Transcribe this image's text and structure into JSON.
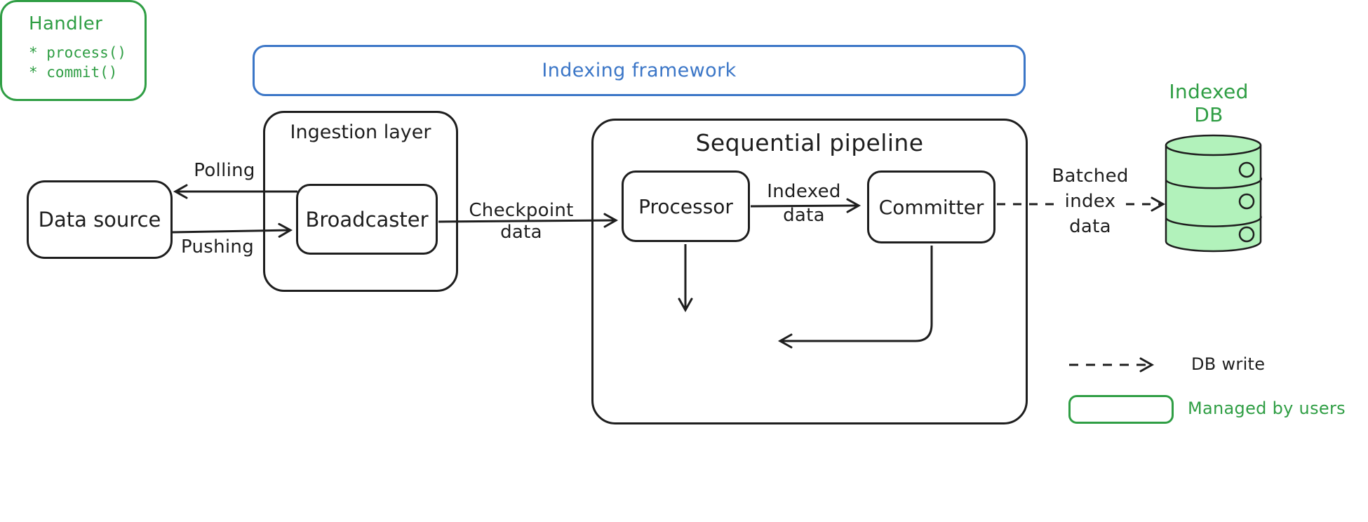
{
  "diagram": {
    "frame": {
      "title": "Indexing framework"
    },
    "nodes": {
      "data_source": {
        "label": "Data source"
      },
      "ingestion_layer": {
        "label": "Ingestion layer"
      },
      "broadcaster": {
        "label": "Broadcaster"
      },
      "sequential_pipeline": {
        "label": "Sequential pipeline"
      },
      "processor": {
        "label": "Processor"
      },
      "committer": {
        "label": "Committer"
      },
      "handler": {
        "title": "Handler",
        "methods": [
          "* process()",
          "* commit()"
        ]
      },
      "indexed_db": {
        "line1": "Indexed",
        "line2": "DB"
      }
    },
    "edges": {
      "polling": {
        "label": "Polling"
      },
      "pushing": {
        "label": "Pushing"
      },
      "checkpoint": {
        "line1": "Checkpoint",
        "line2": "data"
      },
      "indexed": {
        "line1": "Indexed",
        "line2": "data"
      },
      "batched": {
        "line1": "Batched",
        "line2": "index",
        "line3": "data"
      }
    },
    "legend": {
      "db_write": "DB write",
      "managed": "Managed by users"
    },
    "colors": {
      "ink": "#1e1e1e",
      "blue": "#3b76c7",
      "green": "#2f9e44",
      "green_fill": "#b2f2bb",
      "background": "#ffffff"
    }
  }
}
